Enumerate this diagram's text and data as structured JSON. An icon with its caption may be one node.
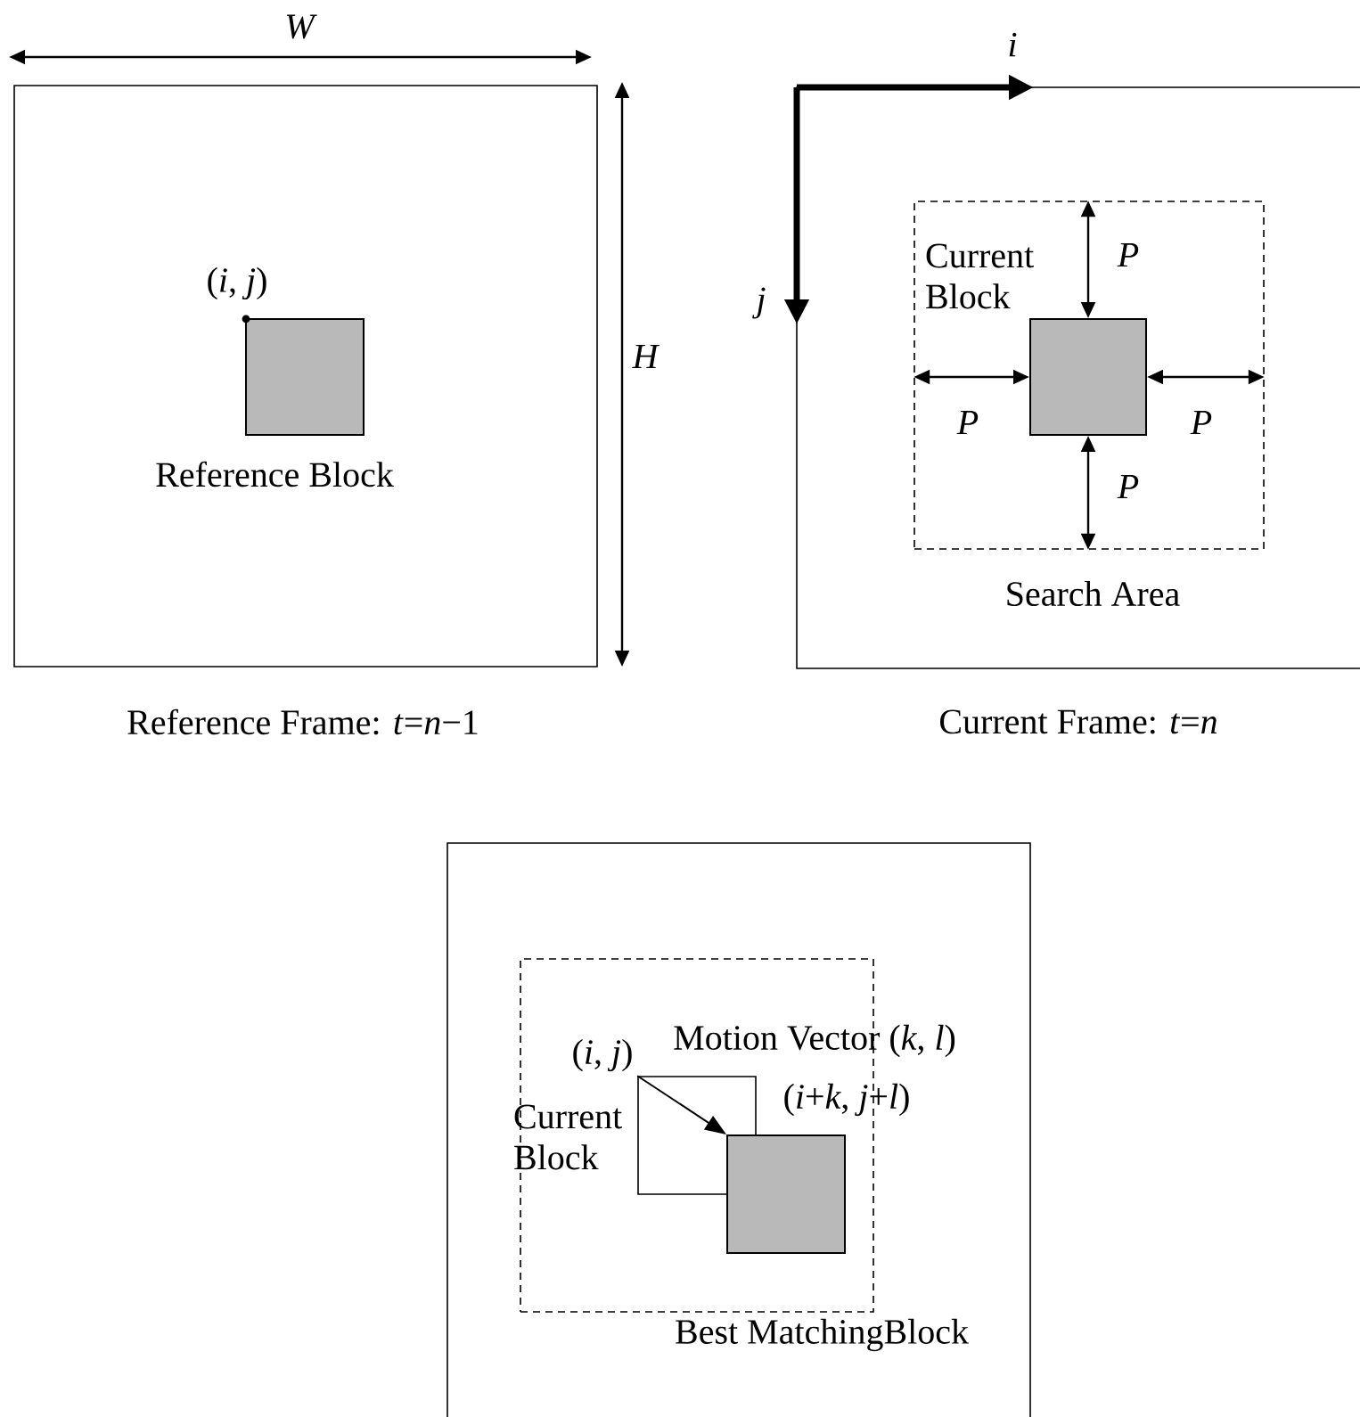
{
  "diagram": {
    "nodes": [
      {
        "text": [],
        "shape": "box",
        "beside": [
          "Reference Frame: *t*=*n*−1"
        ]
      },
      {
        "text": [
          "Reference Block"
        ],
        "in": 0,
        "beside": [
          "(*i*, *j*)"
        ]
      },
      {
        "text": [],
        "shape": "box",
        "beside": [
          "Current Frame: *t*=*n*"
        ]
      },
      {
        "text": [
          "Search Area"
        ],
        "in": 2
      },
      {
        "text": [
          "Current Block"
        ],
        "in": 3
      },
      {
        "text": [],
        "shape": "box"
      },
      {
        "text": [],
        "shape": "box",
        "in": 5
      },
      {
        "text": [
          "Current Block"
        ],
        "in": 6,
        "beside": [
          "(*i*, *j*)"
        ]
      },
      {
        "text": [
          "Best MatchingBlock"
        ],
        "in": 6,
        "beside": [
          "(*i*+*k*, *j*+*l*)"
        ]
      }
    ],
    "edges": [
      {
        "from": 7,
        "to": 8,
        "arrow": "to",
        "label": "Motion Vector (*k*, *l*)"
      },
      {
        "from": 3,
        "to": 4,
        "arrow": "both",
        "label": "P"
      },
      {
        "from": 3,
        "to": 4,
        "arrow": "both",
        "label": "P"
      },
      {
        "from": 3,
        "to": 4,
        "arrow": "both",
        "label": "P"
      },
      {
        "from": 3,
        "to": 4,
        "arrow": "both",
        "label": "P"
      }
    ],
    "labels": [
      "W",
      "i",
      "j",
      "H"
    ]
  }
}
